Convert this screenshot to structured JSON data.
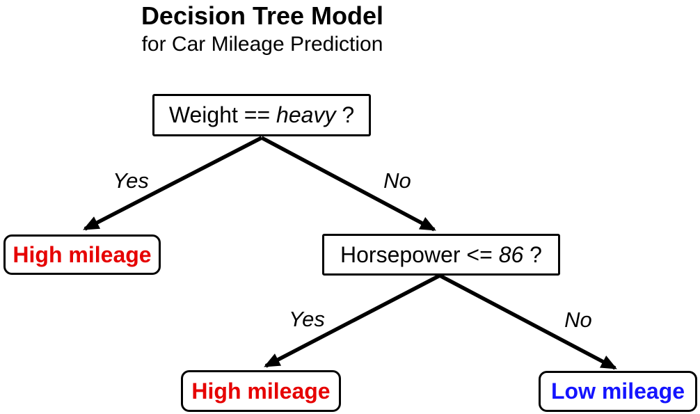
{
  "header": {
    "title": "Decision Tree Model",
    "subtitle": "for Car Mileage Prediction"
  },
  "tree": {
    "nodes": {
      "root": {
        "prefix": "Weight == ",
        "italic": "heavy",
        "suffix": " ?"
      },
      "horsepower": {
        "prefix": "Horsepower <= ",
        "italic": "86",
        "suffix": " ?"
      },
      "leaf_left": {
        "label": "High mileage"
      },
      "leaf_center": {
        "label": "High mileage"
      },
      "leaf_right": {
        "label": "Low mileage"
      }
    },
    "edges": {
      "root_yes": "Yes",
      "root_no": "No",
      "hp_yes": "Yes",
      "hp_no": "No"
    }
  },
  "colors": {
    "high_mileage_text": "#e60000",
    "low_mileage_text": "#1414ff",
    "arrow": "#000000",
    "node_border": "#000000",
    "background": "#ffffff"
  }
}
